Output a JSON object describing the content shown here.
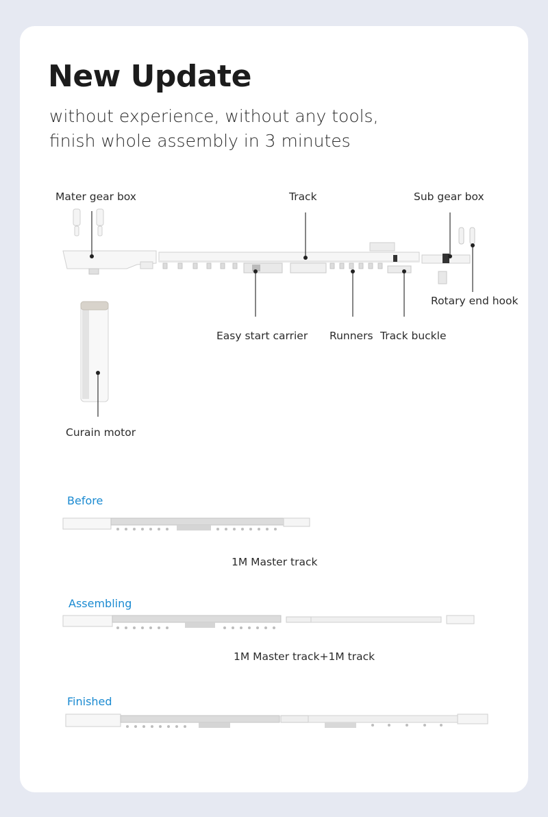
{
  "header": {
    "title": "New Update",
    "subtitle_line1": "without experience, without any tools,",
    "subtitle_line2": "finish whole assembly in 3 minutes"
  },
  "parts": {
    "master_gear_box": "Mater gear box",
    "track": "Track",
    "sub_gear_box": "Sub gear box",
    "rotary_end_hook": "Rotary end hook",
    "easy_start_carrier": "Easy start carrier",
    "runners": "Runners",
    "track_buckle": "Track buckle",
    "curtain_motor": "Curain motor"
  },
  "steps": [
    {
      "stage": "Before",
      "caption": "1M Master track"
    },
    {
      "stage": "Assembling",
      "caption": "1M Master track+1M track"
    },
    {
      "stage": "Finished",
      "caption": ""
    }
  ],
  "colors": {
    "page_bg": "#e6e9f2",
    "card_bg": "#ffffff",
    "stage_label": "#1a8ad1",
    "text": "#2b2b2b"
  }
}
